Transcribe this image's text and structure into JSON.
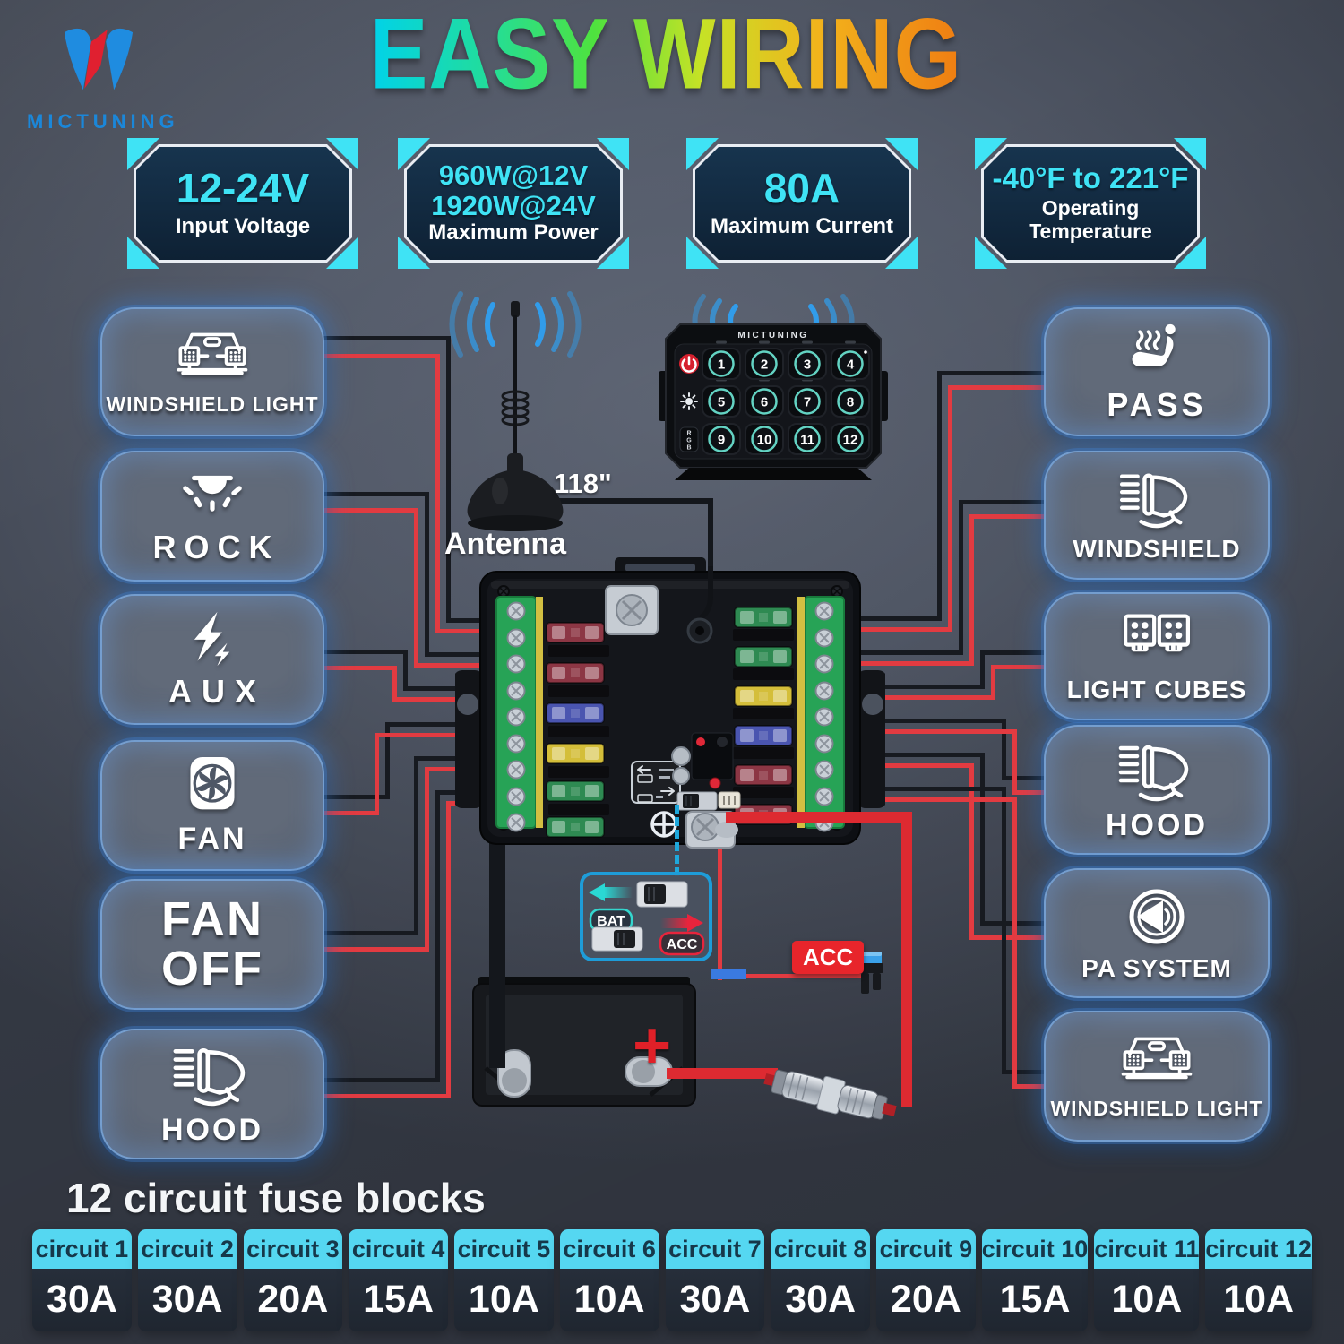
{
  "brand": "MICTUNING",
  "title": "EASY WIRING",
  "specs": [
    {
      "lines": [
        "12-24V"
      ],
      "label_lines": [
        "Input Voltage"
      ]
    },
    {
      "lines": [
        "960W@12V",
        "1920W@24V"
      ],
      "label_lines": [
        "Maximum Power"
      ]
    },
    {
      "lines": [
        "80A"
      ],
      "label_lines": [
        "Maximum Current"
      ]
    },
    {
      "lines": [
        "-40°F to 221°F"
      ],
      "label_lines": [
        "Operating",
        "Temperature"
      ]
    }
  ],
  "left_devices": [
    {
      "label": "WINDSHIELD LIGHT",
      "icon": "light-bar-icon"
    },
    {
      "label": "ROCK",
      "icon": "rock-light-icon"
    },
    {
      "label": "AUX",
      "icon": "lightning-icon"
    },
    {
      "label": "FAN",
      "icon": "fan-icon"
    },
    {
      "label": "FAN OFF",
      "icon": "none"
    },
    {
      "label": "HOOD",
      "icon": "headlight-icon"
    }
  ],
  "right_devices": [
    {
      "label": "PASS",
      "icon": "heated-seat-icon"
    },
    {
      "label": "WINDSHIELD",
      "icon": "headlight-icon"
    },
    {
      "label": "LIGHT CUBES",
      "icon": "light-cubes-icon"
    },
    {
      "label": "HOOD",
      "icon": "headlight-icon"
    },
    {
      "label": "PA SYSTEM",
      "icon": "speaker-icon"
    },
    {
      "label": "WINDSHIELD LIGHT",
      "icon": "light-bar-icon"
    }
  ],
  "panel": {
    "brand": "MICTUNING",
    "keys": [
      "1",
      "2",
      "3",
      "4",
      "5",
      "6",
      "7",
      "8",
      "9",
      "10",
      "11",
      "12"
    ],
    "rgb": [
      "R",
      "G",
      "B"
    ]
  },
  "antenna": {
    "label": "Antenna",
    "cable_length": "118\""
  },
  "switch_inset": {
    "bat": "BAT",
    "acc": "ACC"
  },
  "acc_tag": "ACC",
  "battery": {
    "plus": "+"
  },
  "fuse_table": {
    "heading": "12 circuit fuse blocks",
    "cards": [
      {
        "name": "circuit 1",
        "amp": "30A"
      },
      {
        "name": "circuit 2",
        "amp": "30A"
      },
      {
        "name": "circuit 3",
        "amp": "20A"
      },
      {
        "name": "circuit 4",
        "amp": "15A"
      },
      {
        "name": "circuit 5",
        "amp": "10A"
      },
      {
        "name": "circuit 6",
        "amp": "10A"
      },
      {
        "name": "circuit 7",
        "amp": "30A"
      },
      {
        "name": "circuit 8",
        "amp": "30A"
      },
      {
        "name": "circuit 9",
        "amp": "20A"
      },
      {
        "name": "circuit 10",
        "amp": "15A"
      },
      {
        "name": "circuit 11",
        "amp": "10A"
      },
      {
        "name": "circuit 12",
        "amp": "10A"
      }
    ]
  },
  "colors": {
    "accent_cyan": "#3fe3f5",
    "table_header": "#55d7f1",
    "wire_red": "#e23b41",
    "wire_thick_red": "#dd2a31",
    "wire_black": "#171a20",
    "wire_thick_black": "#14171c",
    "connector_blue": "#3a7ae0",
    "acc_red": "#e8252b",
    "glow_blue": "#4a8fd8"
  }
}
